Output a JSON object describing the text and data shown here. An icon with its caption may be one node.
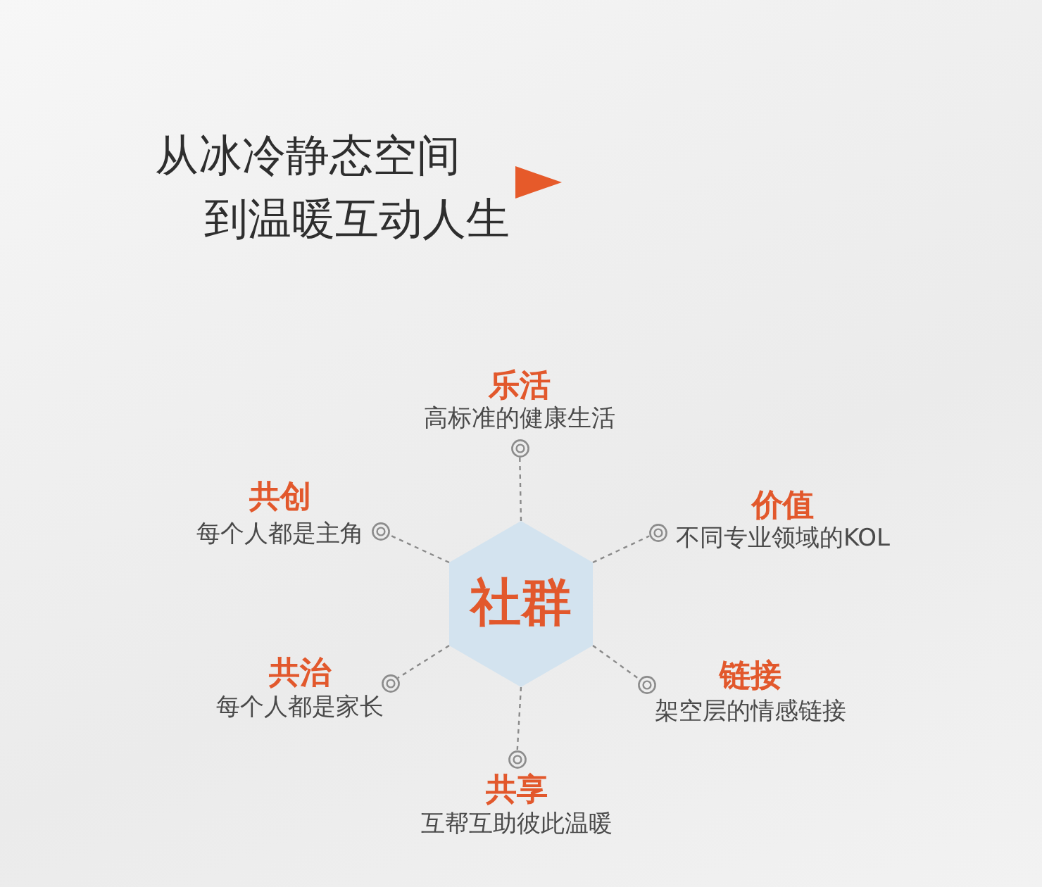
{
  "diagram": {
    "title": "从冰冷静态空间到温暖互动人生",
    "nodes": [
      {
        "text": [
          "乐活",
          "高标准的健康生活"
        ]
      },
      {
        "text": [
          "共创",
          "每个人都是主角"
        ]
      },
      {
        "text": [
          "价值",
          "不同专业领域的KOL"
        ]
      },
      {
        "text": [
          "社群"
        ]
      },
      {
        "text": [
          "共治",
          "每个人都是家长"
        ]
      },
      {
        "text": [
          "链接",
          "架空层的情感链接"
        ]
      },
      {
        "text": [
          "共享",
          "互帮互助彼此温暖"
        ]
      }
    ],
    "edges": [
      {
        "from": 3,
        "to": 0,
        "arrow": "none",
        "style": "dashed"
      },
      {
        "from": 3,
        "to": 1,
        "arrow": "none",
        "style": "dashed"
      },
      {
        "from": 3,
        "to": 2,
        "arrow": "none",
        "style": "dashed"
      },
      {
        "from": 3,
        "to": 4,
        "arrow": "none",
        "style": "dashed"
      },
      {
        "from": 3,
        "to": 5,
        "arrow": "none",
        "style": "dashed"
      },
      {
        "from": 3,
        "to": 6,
        "arrow": "none",
        "style": "dashed"
      }
    ]
  }
}
